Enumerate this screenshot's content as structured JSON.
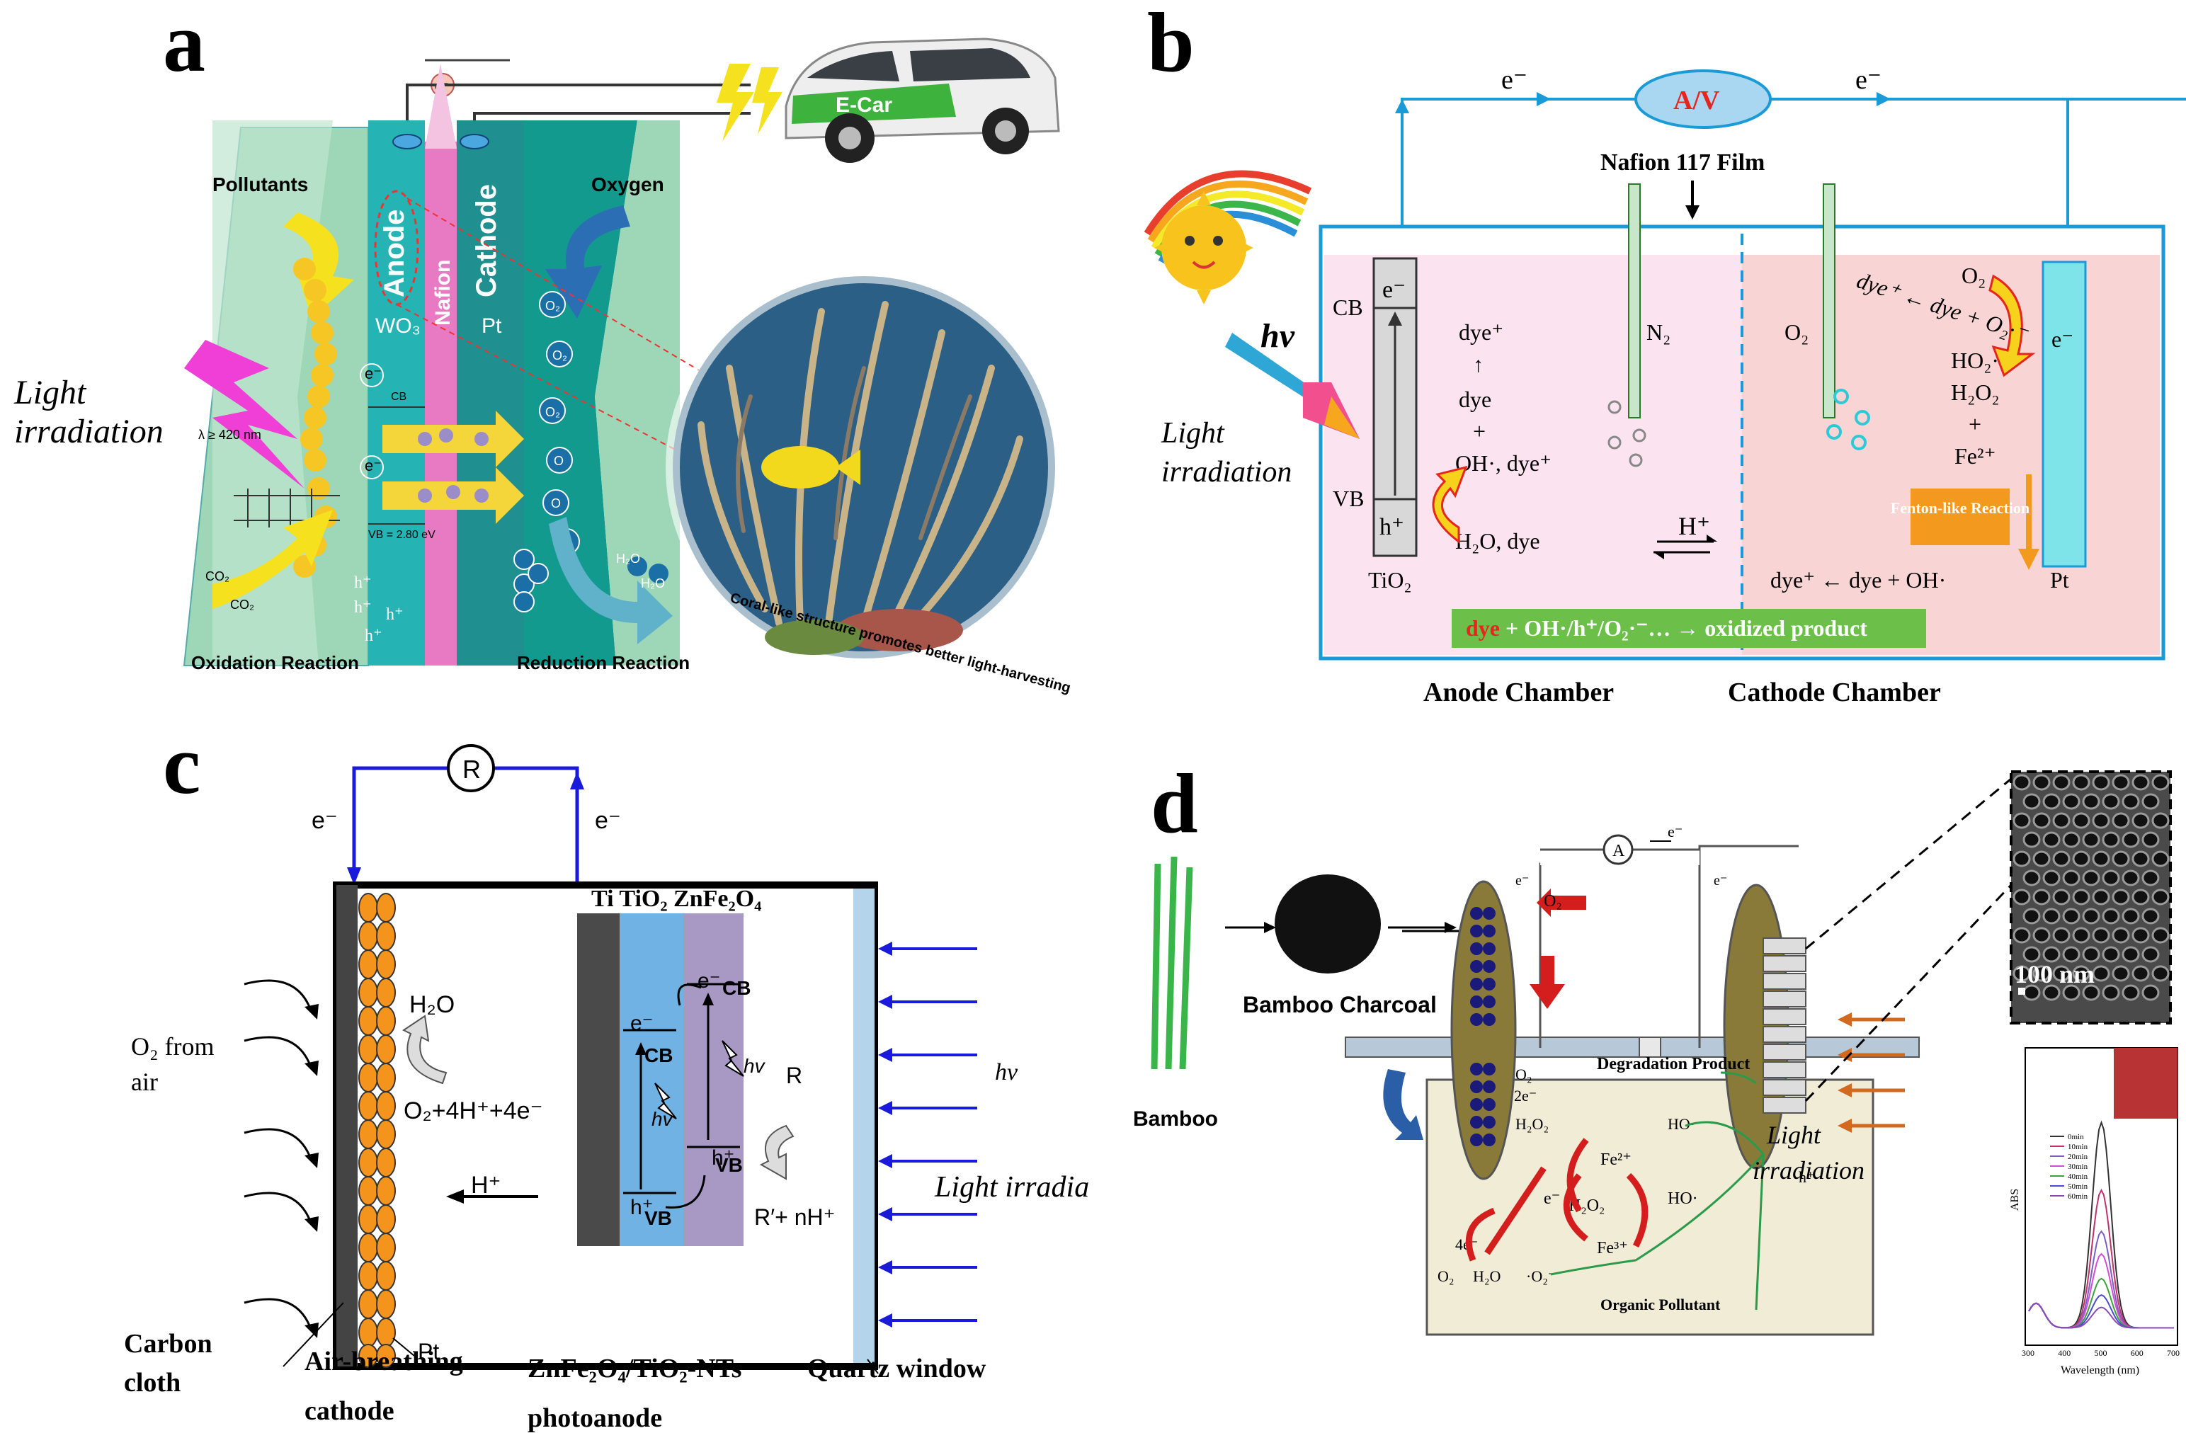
{
  "panels": {
    "a": {
      "letter": "a",
      "electron": "e⁻",
      "ecar": "E-Car",
      "pollutants": "Pollutants",
      "oxygen": "Oxygen",
      "anode": "Anode",
      "cathode": "Cathode",
      "nafion": "Nafion",
      "wo3": "WO₃",
      "pt": "Pt",
      "light_1": "Light",
      "light_2": "irradiation",
      "wavelength": "λ ≥ 420 nm",
      "cb": "CB",
      "vb": "VB = 2.80 eV",
      "o2": "O₂",
      "o": "O",
      "hplus": "h⁺",
      "eminus": "e⁻",
      "co2": "CO₂",
      "h2o": "H₂O",
      "oxidation": "Oxidation Reaction",
      "reduction": "Reduction Reaction",
      "coral_caption": "Coral-like structure promotes better light-harvesting"
    },
    "b": {
      "letter": "b",
      "e_left": "e⁻",
      "e_right": "e⁻",
      "meter": "A/V",
      "nafion_film": "Nafion 117 Film",
      "hv": "hv",
      "light_1": "Light",
      "light_2": "irradiation",
      "cb": "CB",
      "vb": "VB",
      "e_band": "e⁻",
      "h_band": "h⁺",
      "tio2": "TiO₂",
      "dye_plus": "dye⁺",
      "arrow_up": "↑",
      "dye": "dye",
      "plus": "+",
      "oh_dye": "OH·, dye⁺",
      "h2o_dye": "H₂O, dye",
      "n2": "N₂",
      "o2_tube": "O₂",
      "o2_top": "O₂",
      "superoxide": "dye⁺ ← dye + O₂·⁻",
      "ho2": "HO₂·",
      "h2o2": "H₂O₂",
      "plus2": "+",
      "fe2": "Fe²⁺",
      "fenton": "Fenton-like Reaction",
      "hplus": "H⁺",
      "dye_oh": "dye⁺ ← dye + OH·",
      "pt": "Pt",
      "e_pt": "e⁻",
      "product_dye": "dye",
      "product_rest": " + OH·/h⁺/O₂·⁻… → oxidized product",
      "anode_chamber": "Anode Chamber",
      "cathode_chamber": "Cathode Chamber"
    },
    "c": {
      "letter": "c",
      "resistor": "R",
      "e_left": "e⁻",
      "e_right": "e⁻",
      "o2_air_1": "O₂ from",
      "o2_air_2": "air",
      "h2o": "H₂O",
      "reaction": "O₂+4H⁺+4e⁻",
      "hplus": "H⁺",
      "pt": "Pt",
      "layers": "Ti TiO₂ ZnFe₂O₄",
      "cb1": "CB",
      "cb2": "CB",
      "vb1": "VB",
      "vb2": "VB",
      "e1": "e⁻",
      "e2": "e⁻",
      "h1": "h⁺",
      "h2": "h⁺",
      "hv1": "hv",
      "hv2": "hv",
      "r": "R",
      "r_prime": "R′+ nH⁺",
      "hv_out": "hv",
      "light": "Light irradiation",
      "carbon_1": "Carbon",
      "carbon_2": "cloth",
      "air_1": "Air-breathing",
      "air_2": "cathode",
      "photo_1": "ZnFe₂O₄/TiO₂-NTs",
      "photo_2": "photoanode",
      "quartz": "Quartz window"
    },
    "d": {
      "letter": "d",
      "bamboo": "Bamboo",
      "charcoal": "Bamboo Charcoal",
      "meter": "A",
      "e_top": "e⁻",
      "e_left": "e⁻",
      "e_right": "e⁻",
      "o2": "O₂",
      "degradation": "Degradation Product",
      "h2o2": "H₂O₂",
      "ho": "HO·",
      "fe2": "Fe²⁺",
      "fe3": "Fe³⁺",
      "h2o2_b": "H₂O₂",
      "ho_b": "HO·",
      "o2_b": "O₂",
      "h2o": "H₂O",
      "o2rad": "·O₂⁻",
      "four_e": "4e⁻",
      "two_e": "2e⁻",
      "e_small": "e⁻",
      "h_small": "h⁺",
      "organic": "Organic Pollutant",
      "light_1": "Light",
      "light_2": "irradiation",
      "scale": "100 nm",
      "abs": "ABS",
      "wavelength": "Wavelength (nm)",
      "legend": [
        "0min",
        "10min",
        "20min",
        "30min",
        "40min",
        "50min",
        "60min"
      ],
      "xticks": [
        "300",
        "400",
        "500",
        "600",
        "700"
      ]
    }
  },
  "colors": {
    "blue_wire": "#1a9ad6",
    "dark_blue_wire": "#1a1adb",
    "teal": "#2aa39a",
    "pink_chamber": "#fbe3ef",
    "cathode_pink": "#f9d4d4",
    "orange": "#f39a1e",
    "red_arrow": "#d41e1e",
    "green_label": "#6cc04a"
  }
}
